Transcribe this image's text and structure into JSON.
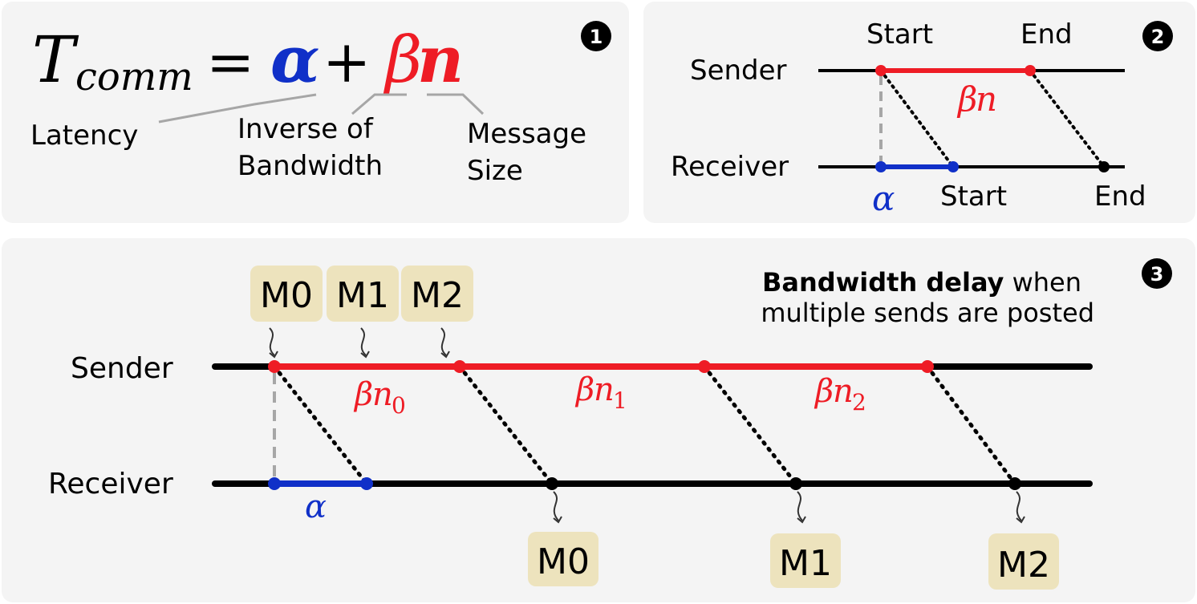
{
  "panel1": {
    "badge": "1",
    "formula": {
      "T": "T",
      "sub": "comm",
      "eq": "=",
      "alpha": "α",
      "plus": "+",
      "beta": "β",
      "n": "n"
    },
    "labels": {
      "latency": "Latency",
      "inverse_line1": "Inverse of",
      "inverse_line2": "Bandwidth",
      "message_line1": "Message",
      "message_line2": "Size"
    }
  },
  "panel2": {
    "badge": "2",
    "sender": "Sender",
    "receiver": "Receiver",
    "start_top": "Start",
    "end_top": "End",
    "start_bottom": "Start",
    "end_bottom": "End",
    "beta": "β",
    "n": "n",
    "alpha": "α"
  },
  "panel3": {
    "badge": "3",
    "sender": "Sender",
    "receiver": "Receiver",
    "note_bold": "Bandwidth delay",
    "note_rest1": " when",
    "note_line2": "multiple sends are posted",
    "messages_top": [
      "M0",
      "M1",
      "M2"
    ],
    "messages_bottom": [
      "M0",
      "M1",
      "M2"
    ],
    "beta": "β",
    "n": "n",
    "subs": [
      "0",
      "1",
      "2"
    ],
    "alpha": "α"
  },
  "colors": {
    "red": "#ee1c25",
    "blue": "#1030c8",
    "grey": "#a6a6a6",
    "box": "#ede3bd",
    "panel": "#f4f4f4"
  }
}
